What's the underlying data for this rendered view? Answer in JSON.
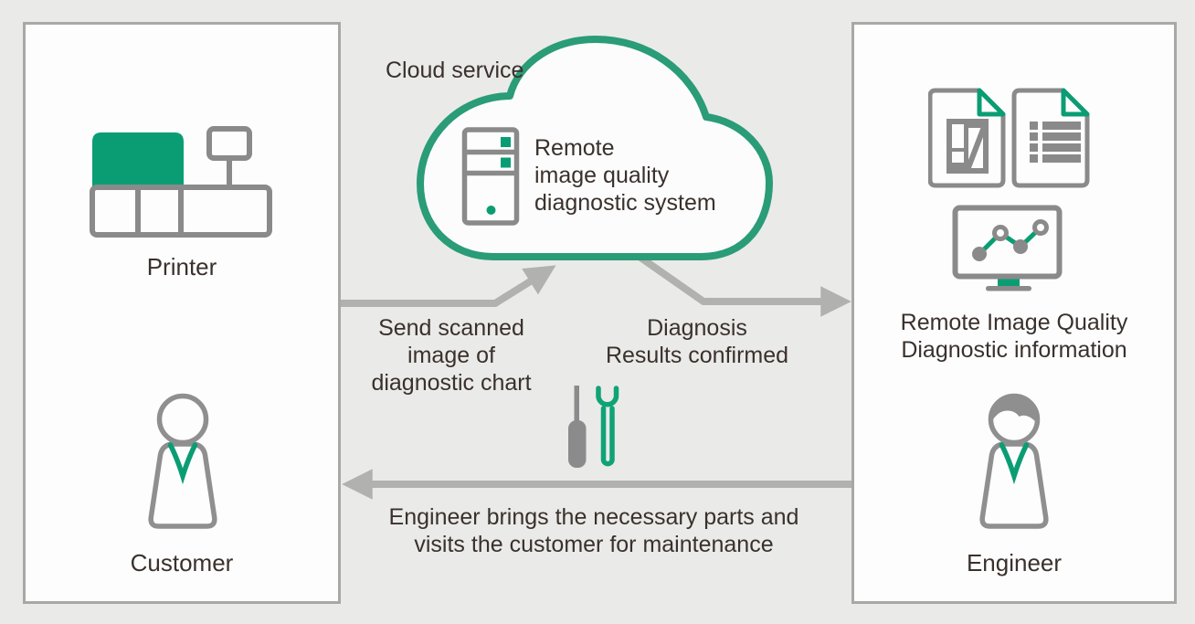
{
  "colors": {
    "background": "#eaeae9",
    "panel_fill": "#fdfdfd",
    "panel_border": "#a8a8a6",
    "accent_green": "#0a9d74",
    "cloud_border_green": "#2a9c77",
    "icon_gray": "#8a8a8a",
    "arrow_gray": "#b1b1af",
    "text_color": "#3a312c"
  },
  "cloud": {
    "label": "Cloud service",
    "system_lines": [
      "Remote",
      "image quality",
      "diagnostic system"
    ]
  },
  "customer_panel": {
    "printer_label": "Printer",
    "customer_label": "Customer"
  },
  "engineer_panel": {
    "info_lines": [
      "Remote Image Quality",
      "Diagnostic information"
    ],
    "engineer_label": "Engineer"
  },
  "flows": {
    "send": [
      "Send scanned",
      "image of",
      "diagnostic chart"
    ],
    "diagnosis": [
      "Diagnosis",
      "Results confirmed"
    ],
    "maintenance": [
      "Engineer brings the necessary parts and",
      "visits the customer for maintenance"
    ]
  },
  "icons": {
    "printer": "printer-icon",
    "customer": "person-icon",
    "engineer": "person-with-hair-icon",
    "server": "server-icon",
    "cloud": "cloud-shape",
    "document_image": "document-image-icon",
    "document_list": "document-list-icon",
    "chart_monitor": "line-chart-monitor-icon",
    "screwdriver": "screwdriver-icon",
    "wrench": "wrench-icon",
    "arrow_send": "arrow-up-right-icon",
    "arrow_diagnosis": "arrow-right-icon",
    "arrow_return": "arrow-left-icon"
  }
}
